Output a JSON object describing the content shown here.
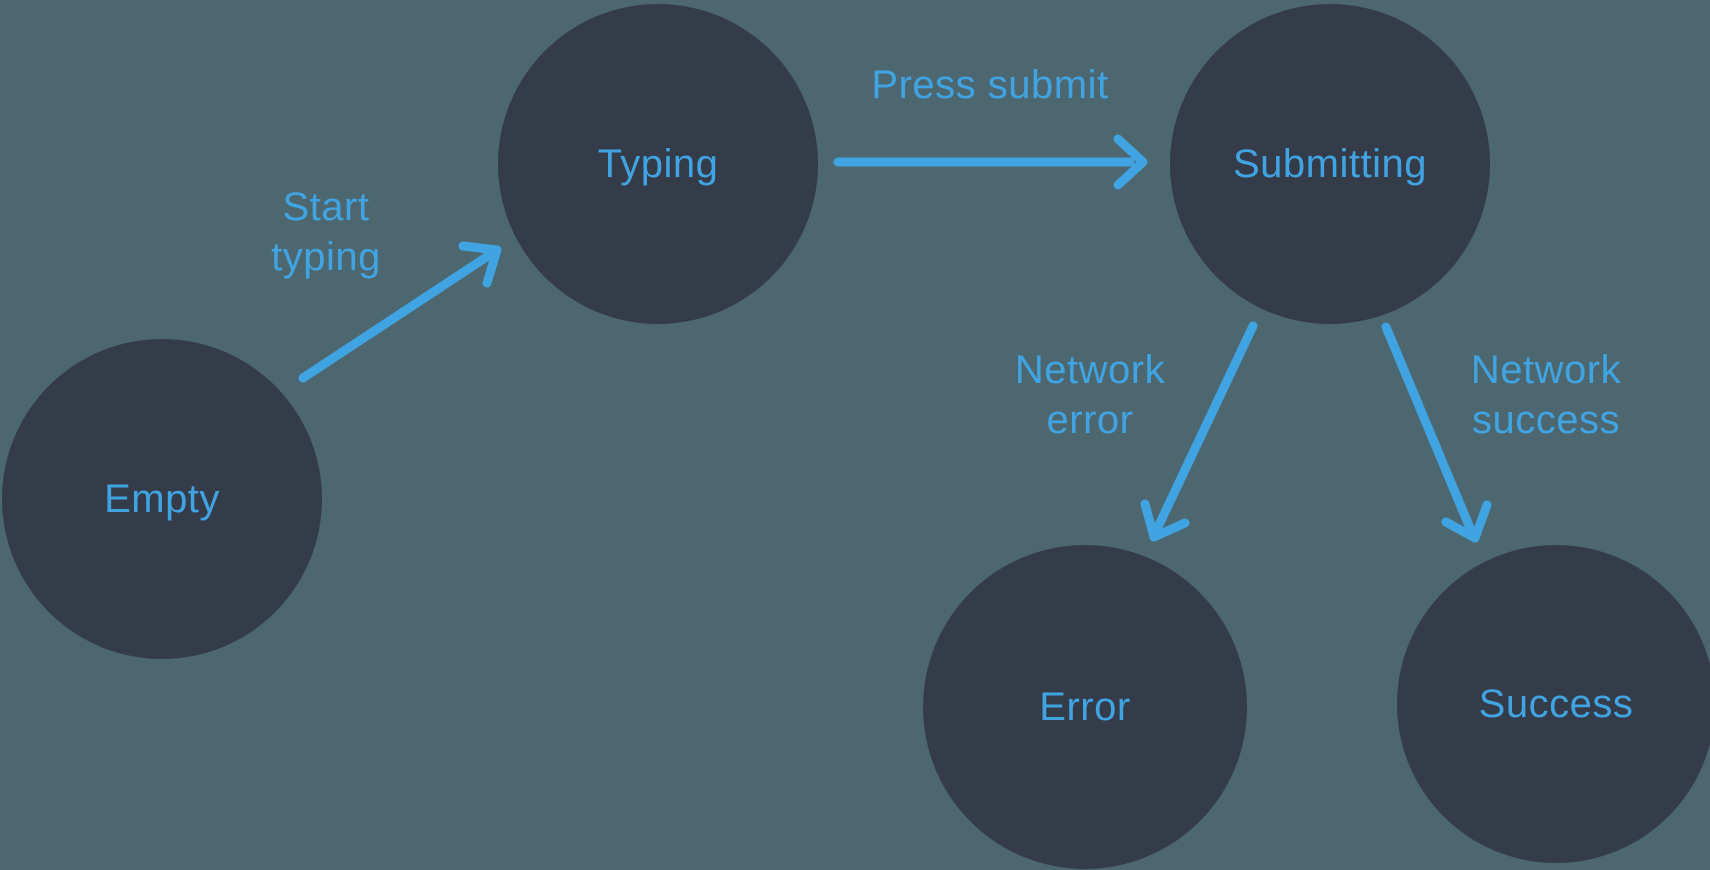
{
  "diagram": {
    "type": "state-machine",
    "colors": {
      "background": "#4C6770",
      "node_fill": "#343B49",
      "accent": "#41A4E2"
    },
    "nodes": [
      {
        "id": "empty",
        "label": "Empty"
      },
      {
        "id": "typing",
        "label": "Typing"
      },
      {
        "id": "submitting",
        "label": "Submitting"
      },
      {
        "id": "error",
        "label": "Error"
      },
      {
        "id": "success",
        "label": "Success"
      }
    ],
    "edges": [
      {
        "from": "empty",
        "to": "typing",
        "label": "Start typing",
        "label_lines": [
          "Start",
          "typing"
        ]
      },
      {
        "from": "typing",
        "to": "submitting",
        "label": "Press submit",
        "label_lines": [
          "Press submit"
        ]
      },
      {
        "from": "submitting",
        "to": "error",
        "label": "Network error",
        "label_lines": [
          "Network",
          "error"
        ]
      },
      {
        "from": "submitting",
        "to": "success",
        "label": "Network success",
        "label_lines": [
          "Network",
          "success"
        ]
      }
    ]
  }
}
